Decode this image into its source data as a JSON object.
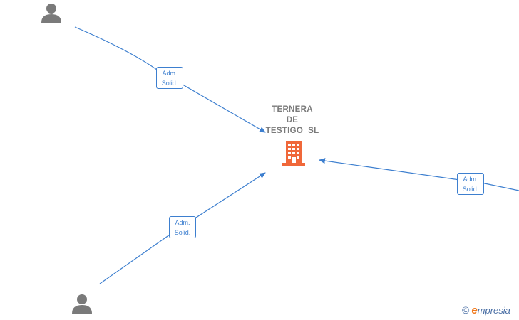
{
  "company": {
    "name_lines": [
      "TERNERA",
      "DE",
      "TESTIGO  SL"
    ],
    "icon": "building-icon",
    "icon_color": "#f0683a"
  },
  "edges": [
    {
      "label_lines": [
        "Adm.",
        "Solid."
      ]
    },
    {
      "label_lines": [
        "Adm.",
        "Solid."
      ]
    },
    {
      "label_lines": [
        "Adm.",
        "Solid."
      ]
    }
  ],
  "persons": [
    {
      "icon": "person-icon"
    },
    {
      "icon": "person-icon"
    }
  ],
  "colors": {
    "edge": "#3d7fcf",
    "person_icon": "#7a7a7a",
    "company_label": "#7a7a7a"
  },
  "watermark": {
    "copyright_symbol": "©",
    "brand_initial": "e",
    "brand_rest": "mpresia"
  }
}
